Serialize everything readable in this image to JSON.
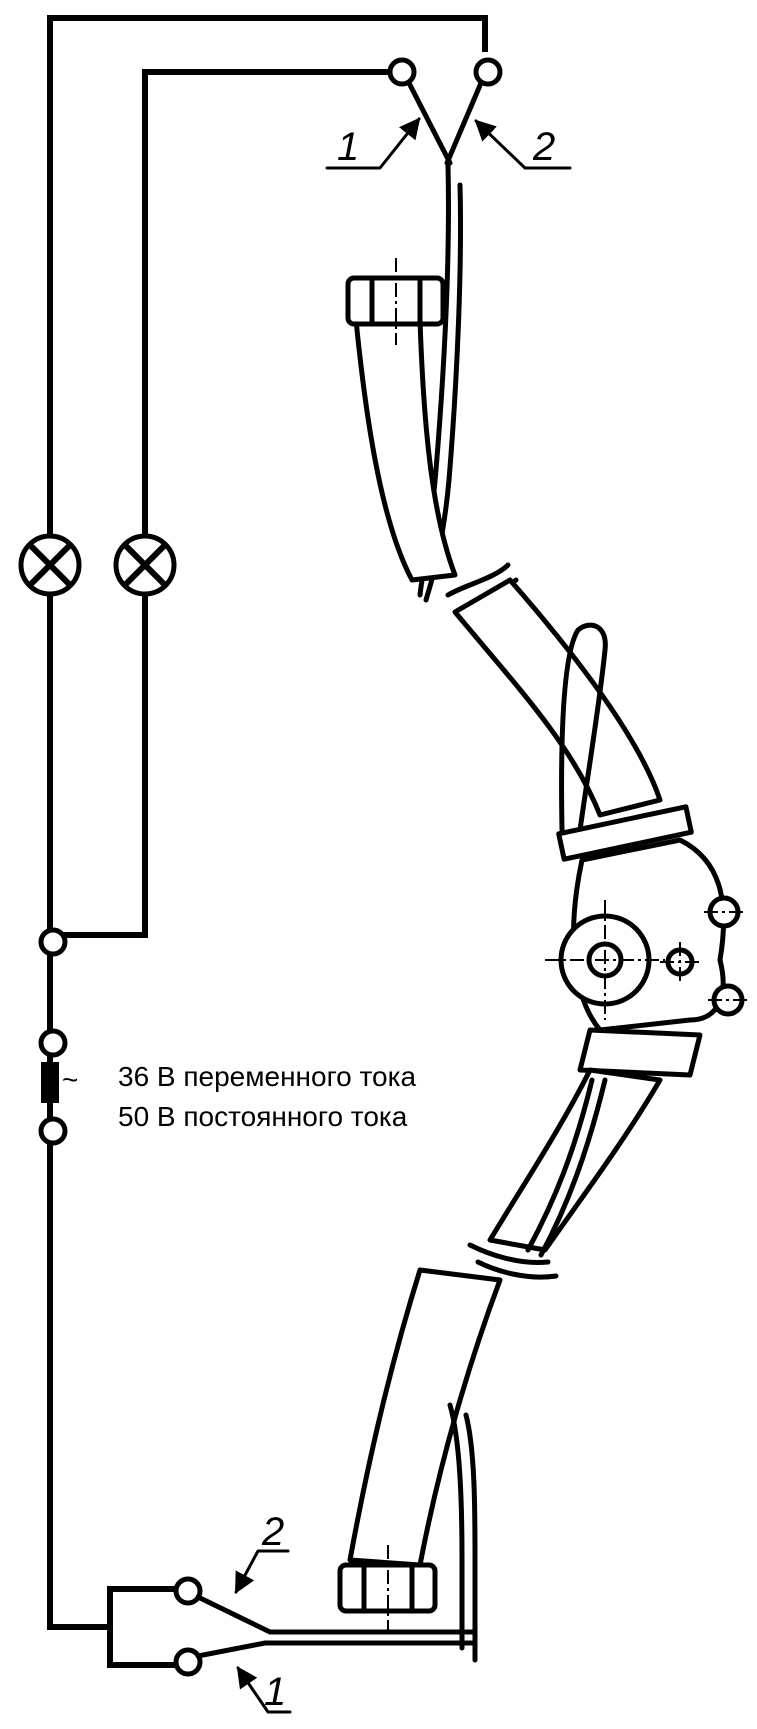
{
  "callouts": {
    "top_left": "1",
    "top_right": "2",
    "bottom_upper": "2",
    "bottom_lower": "1"
  },
  "voltage_note": {
    "line1": "36 В переменного тока",
    "line2": "50 В постоянного тока"
  },
  "supply_symbol": "~",
  "icons": {
    "lamp": "signal-lamp-icon",
    "terminal": "terminal-icon",
    "contact": "contact-icon",
    "arrow": "leader-arrow-icon"
  }
}
